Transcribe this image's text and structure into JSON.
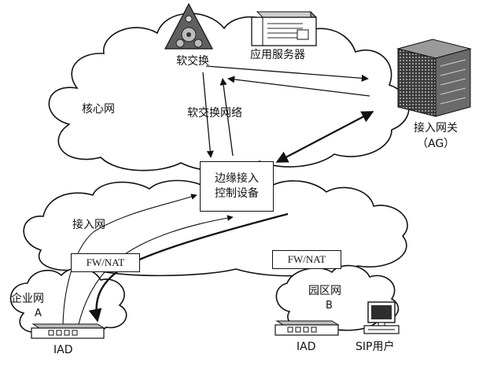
{
  "labels": {
    "softswitch": "软交换",
    "app_server": "应用服务器",
    "core_network": "核心网",
    "softswitch_network": "软交换网络",
    "access_gateway_line1": "接入网关",
    "access_gateway_line2": "（AG）",
    "edge_device_line1": "边缘接入",
    "edge_device_line2": "控制设备",
    "access_network": "接入网",
    "fw_nat_left": "FW/NAT",
    "fw_nat_right": "FW/NAT",
    "enterprise_network": "企业网",
    "enterprise_network_id": "A",
    "campus_network": "园区网",
    "campus_network_id": "B",
    "iad_left": "IAD",
    "iad_right": "IAD",
    "sip_user": "SIP用户"
  },
  "colors": {
    "ink": "#111111",
    "cloud_fill": "#ffffff",
    "device_gray": "#7a7a7a",
    "device_dark": "#2e2e2e"
  },
  "icons": {
    "softswitch": "triangle-gear-icon",
    "app_server": "server-rack-icon",
    "access_gateway": "gateway-cabinet-icon",
    "iad": "iad-device-icon",
    "sip_user": "computer-terminal-icon"
  }
}
